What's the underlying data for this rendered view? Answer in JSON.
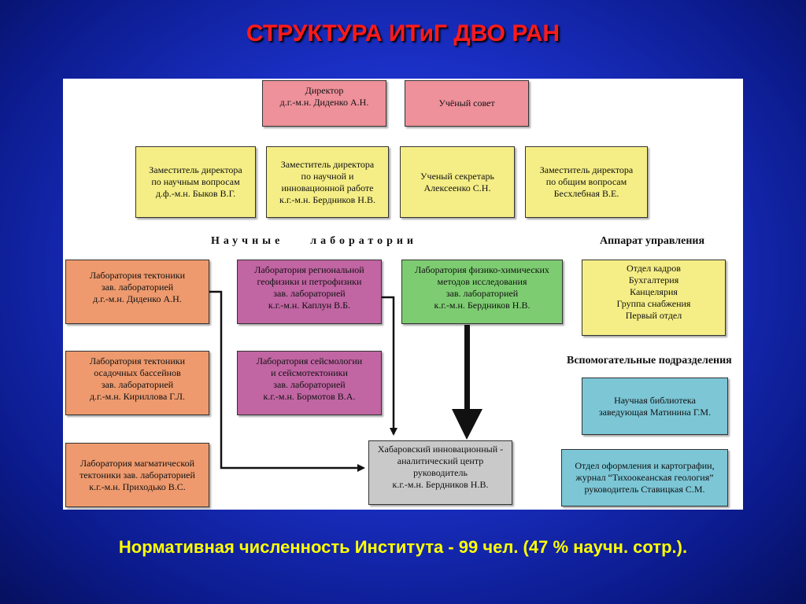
{
  "title": "СТРУКТУРА ИТиГ ДВО РАН",
  "footer": "Нормативная численность Института - 99 чел. (47 % научн. сотр.).",
  "colors": {
    "title": "#ff1a1a",
    "footer": "#ffff00",
    "pink": "#ee919a",
    "yellow": "#f5ee86",
    "orange": "#ee9a6e",
    "purple": "#c165a3",
    "green": "#7ecc72",
    "blue": "#7cc6d6",
    "grey": "#c9c9c9"
  },
  "top": {
    "director": "Директор\nд.г.-м.н. Диденко А.Н.",
    "council": "Учёный совет"
  },
  "deputies": {
    "science": "Заместитель директора\nпо научным вопросам\nд.ф.-м.н. Быков В.Г.",
    "innovation": "Заместитель директора\nпо научной и\nинновационной работе\nк.г.-м.н. Бердников Н.В.",
    "secretary": "Ученый секретарь\nАлексеенко С.Н.",
    "general": "Заместитель директора\nпо общим вопросам\nБесхлебная В.Е."
  },
  "headings": {
    "labs": "Научные    лаборатории",
    "admin": "Аппарат управления",
    "auxiliary": "Вспомогательные подразделения"
  },
  "labs": {
    "tectonics": "Лаборатория тектоники\nзав. лабораторией\nд.г.-м.н. Диденко А.Н.",
    "sedimentary": "Лаборатория  тектоники\nосадочных бассейнов\nзав. лабораторией\nд.г.-м.н. Кириллова Г.Л.",
    "magmatic": "Лаборатория магматической\nтектоники зав. лабораторией\nк.г.-м.н. Приходько В.С.",
    "geophysics": "Лаборатория региональной\nгеофизики и петрофизики\nзав. лабораторией\nк.г.-м.н. Каплун В.Б.",
    "seismology": "Лаборатория  сейсмологии\nи сейсмотектоники\nзав. лабораторией\nк.г.-м.н. Бормотов В.А.",
    "physchem": "Лаборатория физико-химических\nметодов исследования\nзав. лабораторией\nк.г.-м.н. Бердников Н.В."
  },
  "admin_units": "Отдел кадров\nБухгалтерия\nКанцелярия\nГруппа снабжения\nПервый отдел",
  "auxiliary_units": {
    "library": "Научная библиотека\nзаведующая Матинина Г.М.",
    "cartography": "Отдел оформления и картографии,\nжурнал “Тихоокеанская геология”\nруководитель Ставицкая С.М."
  },
  "center": "Хабаровский инновационный -\nаналитический центр\nруководитель\nк.г.-м.н. Бердников Н.В."
}
